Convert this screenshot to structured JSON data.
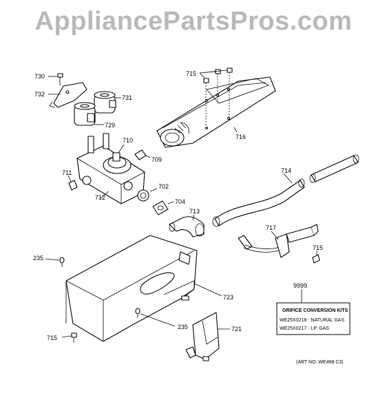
{
  "watermark": "AppliancePartsPros.com",
  "part_labels": {
    "p730": "730",
    "p732": "732",
    "p731": "731",
    "p729": "729",
    "p715_top": "715",
    "p716": "716",
    "p710": "710",
    "p709": "709",
    "p711": "711",
    "p712": "712",
    "p702": "702",
    "p704": "704",
    "p713": "713",
    "p714": "714",
    "p717": "717",
    "p715_right": "715",
    "p235_left": "235",
    "p723": "723",
    "p9999": "9999",
    "p235_bottom": "235",
    "p721": "721",
    "p715_bottom": "715"
  },
  "kit_box": {
    "title": "ORIFICE CONVERSION KITS",
    "line1": "WE25X0218 - NATURAL GAS",
    "line2": "WE25X0217 - LP. GAS"
  },
  "art_number": "(ART NO. WE468 C3)"
}
